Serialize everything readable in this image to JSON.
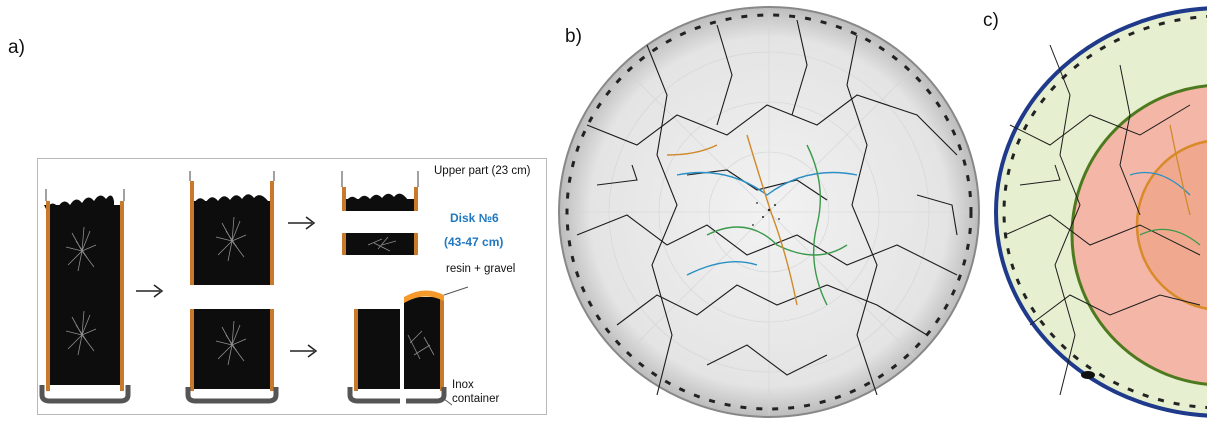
{
  "panels": {
    "a": "a)",
    "b": "b)",
    "c": "c)"
  },
  "schematic": {
    "upper_part": "Upper part (23 cm)",
    "disk": "Disk №6",
    "disk_range": "(43-47 cm)",
    "resin": "resin + gravel",
    "inox_line1": "Inox",
    "inox_line2": "container"
  },
  "colors": {
    "copper_wall": "#c8792b",
    "core_fill": "#0d0d0d",
    "cap_gray": "#555555",
    "resin_orange": "#f39a2b",
    "disk_label_blue": "#1f78c0",
    "ring_outer_blue": "#1f3a8a",
    "ring_green": "#4e7a1f",
    "zone_green_fill": "#e6efcf",
    "zone_pink_fill": "#f4b6a6",
    "ring_orange": "#d98a2a"
  }
}
